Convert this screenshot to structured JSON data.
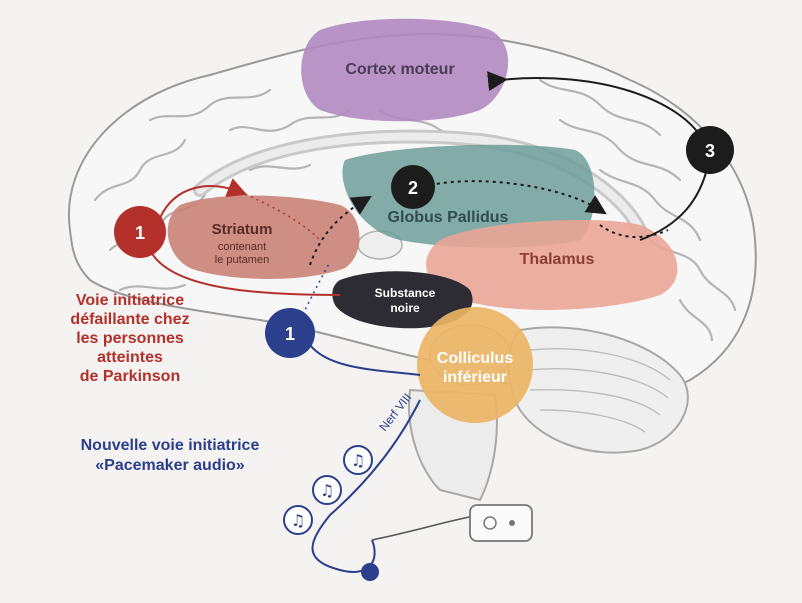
{
  "regions": {
    "cortex_moteur": "Cortex moteur",
    "striatum": "Striatum",
    "striatum_sub1": "contenant",
    "striatum_sub2": "le putamen",
    "globus_pallidus": "Globus Pallidus",
    "thalamus": "Thalamus",
    "substance_noire_1": "Substance",
    "substance_noire_2": "noire",
    "colliculus_1": "Colliculus",
    "colliculus_2": "inférieur",
    "nerf": "Nerf VIII"
  },
  "markers": {
    "red_step": "1",
    "blue_step": "1",
    "step2": "2",
    "step3": "3"
  },
  "legend": {
    "red_pathway": [
      "Voie initiatrice",
      "défaillante chez",
      "les personnes",
      "atteintes",
      "de Parkinson"
    ],
    "blue_pathway": [
      "Nouvelle voie initiatrice",
      "«Pacemaker audio»"
    ]
  },
  "colors": {
    "cortex": "#b08ac0",
    "striatum": "#c98277",
    "globus": "#6f9e9a",
    "thalamus": "#e9a596",
    "substance": "#2d2b33",
    "colliculus": "#eab464",
    "red_path": "#b3302b",
    "blue_path": "#2b3f8c",
    "dark_marker": "#1c1c1c"
  },
  "icons": [
    "brain-illustration",
    "music-note-icon",
    "audio-player-icon",
    "earbud-icon"
  ]
}
